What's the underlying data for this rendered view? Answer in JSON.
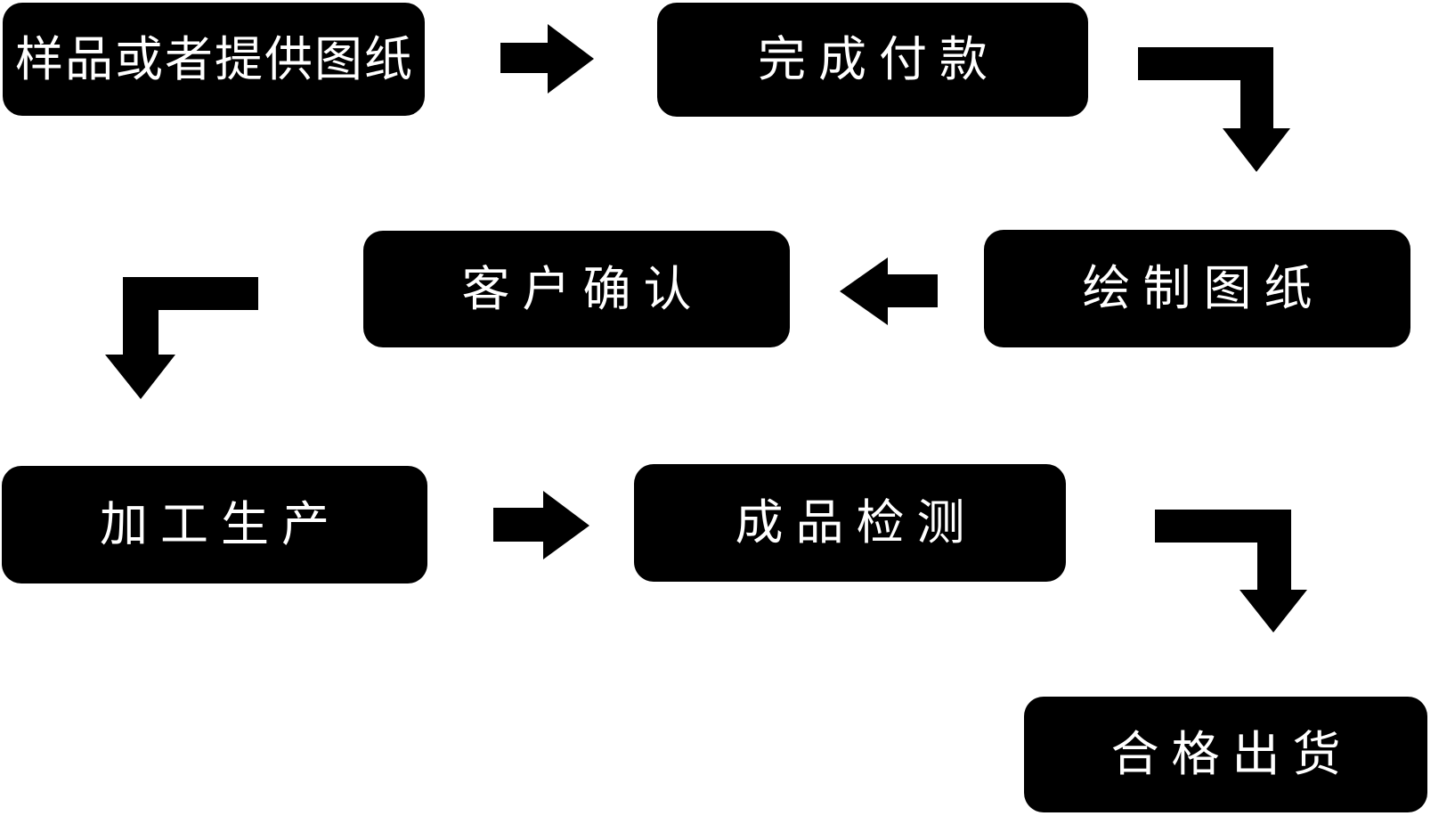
{
  "page": {
    "background_color": "#ffffff"
  },
  "diagram": {
    "type": "flowchart",
    "node_fill_color": "#000000",
    "node_text_color": "#ffffff",
    "arrow_color": "#000000",
    "nodes": [
      {
        "label": "样品或者提供图纸"
      },
      {
        "label": "完成付款"
      },
      {
        "label": "绘制图纸"
      },
      {
        "label": "客户确认"
      },
      {
        "label": "加工生产"
      },
      {
        "label": "成品检测"
      },
      {
        "label": "合格出货"
      }
    ],
    "connections": [
      {
        "from": "样品或者提供图纸",
        "to": "完成付款",
        "shape": "straight-arrow-right"
      },
      {
        "from": "完成付款",
        "to": "绘制图纸",
        "shape": "elbow-arrow-right-then-down"
      },
      {
        "from": "绘制图纸",
        "to": "客户确认",
        "shape": "straight-arrow-left"
      },
      {
        "from": "客户确认",
        "to": "加工生产",
        "shape": "elbow-arrow-left-then-down"
      },
      {
        "from": "加工生产",
        "to": "成品检测",
        "shape": "straight-arrow-right"
      },
      {
        "from": "成品检测",
        "to": "合格出货",
        "shape": "elbow-arrow-right-then-down"
      }
    ]
  }
}
